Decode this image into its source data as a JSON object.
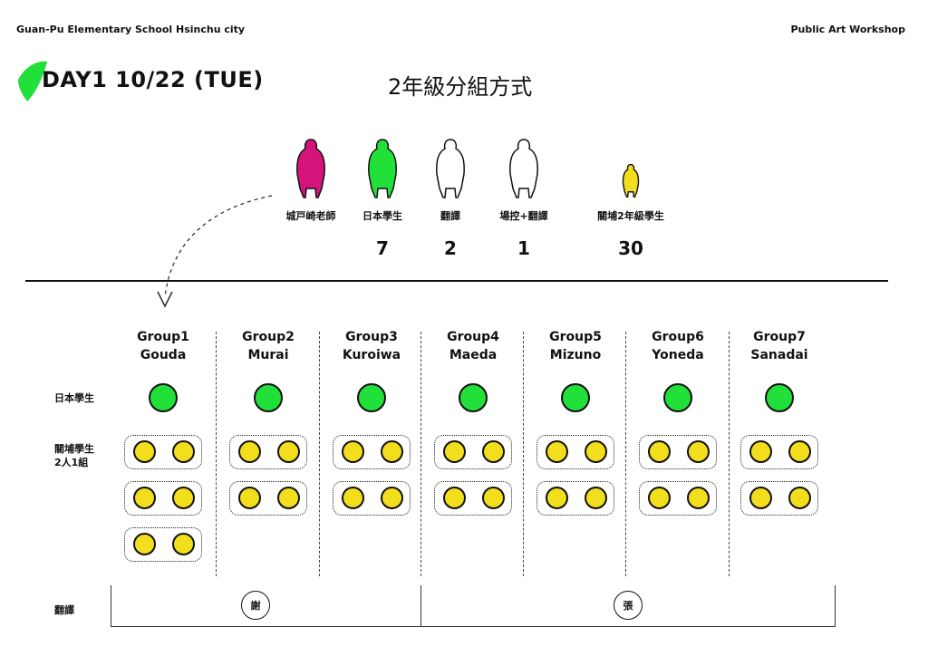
{
  "header": {
    "school": "Guan-Pu Elementary School Hsinchu city",
    "workshop": "Public Art Workshop"
  },
  "title": "DAY1 10/22 (TUE)",
  "subtitle": "2年級分組方式",
  "legend": [
    {
      "label": "城戸崎老師",
      "count": "",
      "color": "#d4147a"
    },
    {
      "label": "日本學生",
      "count": "7",
      "color": "#22e03a"
    },
    {
      "label": "翻譯",
      "count": "2",
      "color": "#ffffff"
    },
    {
      "label": "場控+翻譯",
      "count": "1",
      "color": "#ffffff"
    },
    {
      "label": "關埔2年級學生",
      "count": "30",
      "color": "#f2de1c"
    }
  ],
  "groups": [
    {
      "name": "Group1",
      "leader": "Gouda",
      "pairs": 3
    },
    {
      "name": "Group2",
      "leader": "Murai",
      "pairs": 2
    },
    {
      "name": "Group3",
      "leader": "Kuroiwa",
      "pairs": 2
    },
    {
      "name": "Group4",
      "leader": "Maeda",
      "pairs": 2
    },
    {
      "name": "Group5",
      "leader": "Mizuno",
      "pairs": 2
    },
    {
      "name": "Group6",
      "leader": "Yoneda",
      "pairs": 2
    },
    {
      "name": "Group7",
      "leader": "Sanadai",
      "pairs": 2
    }
  ],
  "row_labels": {
    "japanese": "日本學生",
    "guanpu_line1": "關埔學生",
    "guanpu_line2": "2人1組",
    "translator": "翻譯"
  },
  "translators": [
    "謝",
    "張"
  ],
  "colors": {
    "accent_green": "#22e03a",
    "student_yellow": "#f2de1c",
    "teacher_magenta": "#d4147a"
  }
}
